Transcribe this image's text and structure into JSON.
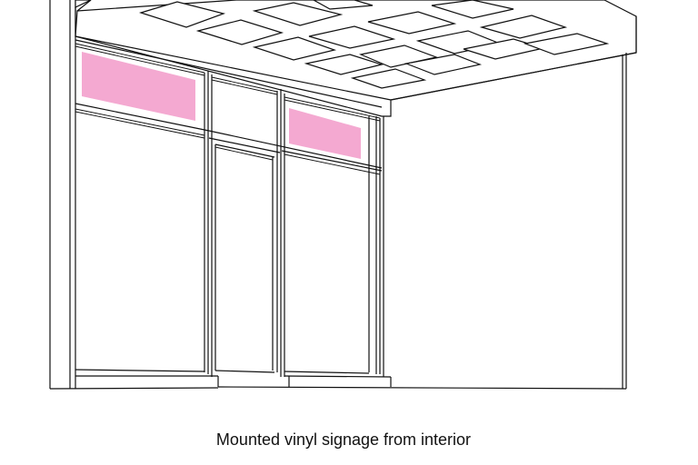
{
  "caption": "Mounted vinyl signage from interior",
  "colors": {
    "signage": "#f4a9d1",
    "line": "#111111",
    "background": "#ffffff"
  },
  "elements": {
    "signage_panels": [
      "left-transom-signage",
      "right-transom-signage"
    ],
    "structure": [
      "ceiling-soffit",
      "ceiling-tiles",
      "storefront-frame",
      "door",
      "side-wall"
    ]
  }
}
